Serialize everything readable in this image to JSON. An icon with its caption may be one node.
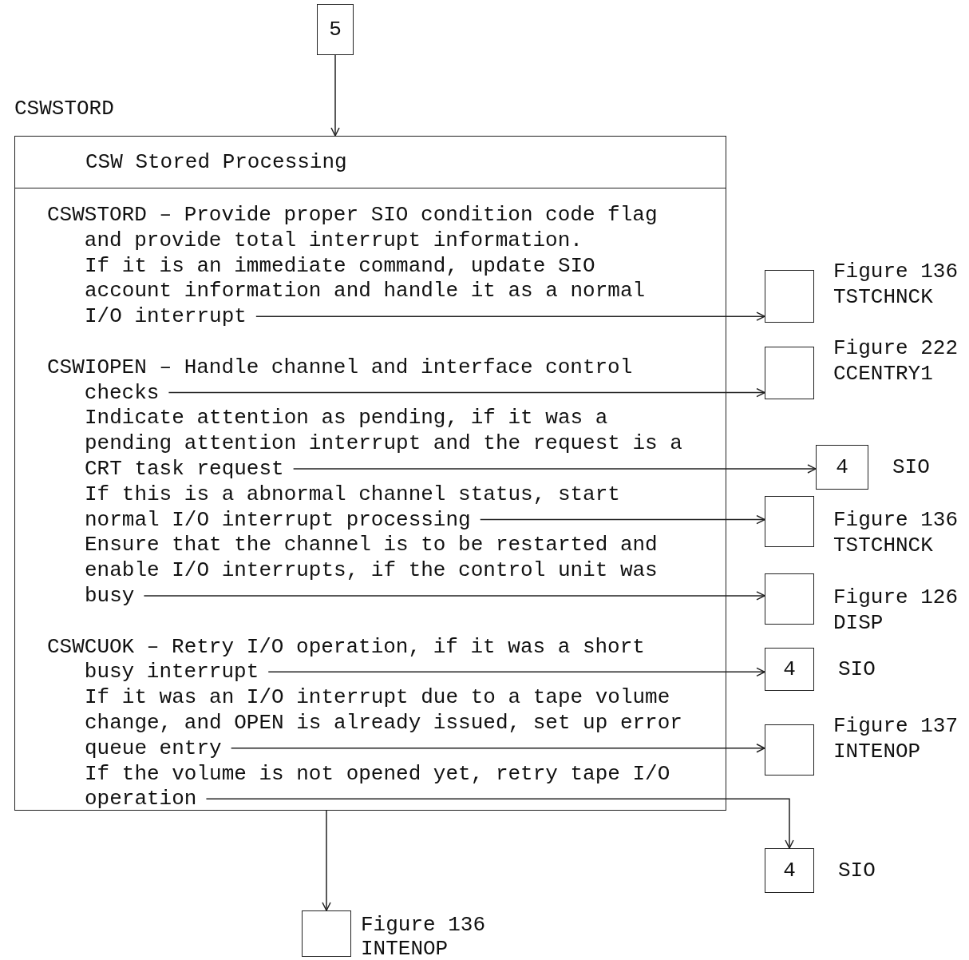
{
  "diagram": {
    "nodes": [
      {
        "text": [
          "5"
        ]
      },
      {
        "text": [
          "CSW Stored Processing",
          "CSWSTORD – Provide proper SIO condition code flag and provide total interrupt information.",
          "If it is an immediate command, update SIO account information and handle it as a normal I/O interrupt",
          "CSWIOPEN – Handle channel and interface control checks",
          "Indicate attention as pending, if it was a pending attention interrupt and the request is a CRT task request",
          "If this is a abnormal channel status, start normal I/O interrupt processing",
          "Ensure that the channel is to be restarted and enable I/O interrupts, if the control unit was busy",
          "CSWCUOK – Retry I/O operation, if it was a short busy interrupt",
          "If it was an I/O interrupt due to a tape volume change, and OPEN is already issued, set up error queue entry",
          "If the volume is not opened yet, retry tape I/O operation"
        ],
        "beside": [
          "CSWSTORD"
        ]
      },
      {
        "text": [],
        "shape": "box",
        "beside": [
          "Figure 136",
          "TSTCHNCK"
        ]
      },
      {
        "text": [],
        "shape": "box",
        "beside": [
          "Figure 222",
          "CCENTRY1"
        ]
      },
      {
        "text": [
          "4"
        ],
        "beside": [
          "SIO"
        ]
      },
      {
        "text": [],
        "shape": "box",
        "beside": [
          "Figure 136",
          "TSTCHNCK"
        ]
      },
      {
        "text": [],
        "shape": "box",
        "beside": [
          "Figure 126",
          "DISP"
        ]
      },
      {
        "text": [
          "4"
        ],
        "beside": [
          "SIO"
        ]
      },
      {
        "text": [],
        "shape": "box",
        "beside": [
          "Figure 137",
          "INTENOP"
        ]
      },
      {
        "text": [
          "4"
        ],
        "beside": [
          "SIO"
        ]
      },
      {
        "text": [],
        "shape": "box",
        "beside": [
          "Figure 136",
          "INTENOP"
        ]
      }
    ],
    "edges": [
      {
        "from": 0,
        "to": 1,
        "arrow": "to"
      },
      {
        "from": 1,
        "to": 2,
        "arrow": "to"
      },
      {
        "from": 1,
        "to": 3,
        "arrow": "to"
      },
      {
        "from": 1,
        "to": 4,
        "arrow": "to"
      },
      {
        "from": 1,
        "to": 5,
        "arrow": "to"
      },
      {
        "from": 1,
        "to": 6,
        "arrow": "to"
      },
      {
        "from": 1,
        "to": 7,
        "arrow": "to"
      },
      {
        "from": 1,
        "to": 8,
        "arrow": "to"
      },
      {
        "from": 1,
        "to": 9,
        "arrow": "to"
      },
      {
        "from": 1,
        "to": 10,
        "arrow": "to"
      }
    ]
  }
}
